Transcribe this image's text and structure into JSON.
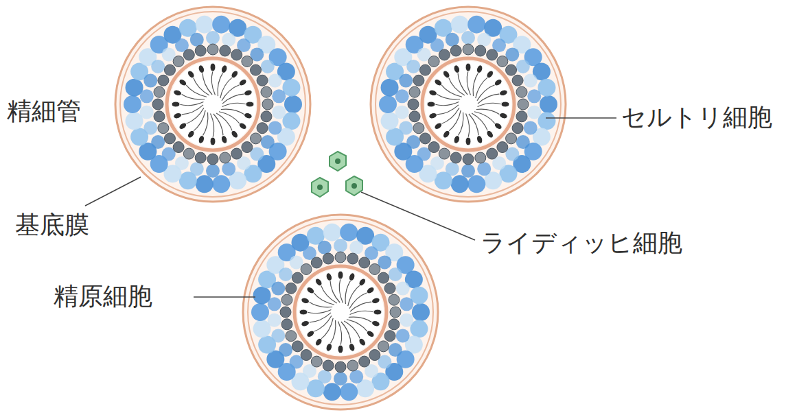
{
  "diagram": {
    "labels": [
      "精細管",
      "セルトリ細胞",
      "基底膜",
      "ライディッヒ細胞",
      "精原細胞"
    ]
  }
}
